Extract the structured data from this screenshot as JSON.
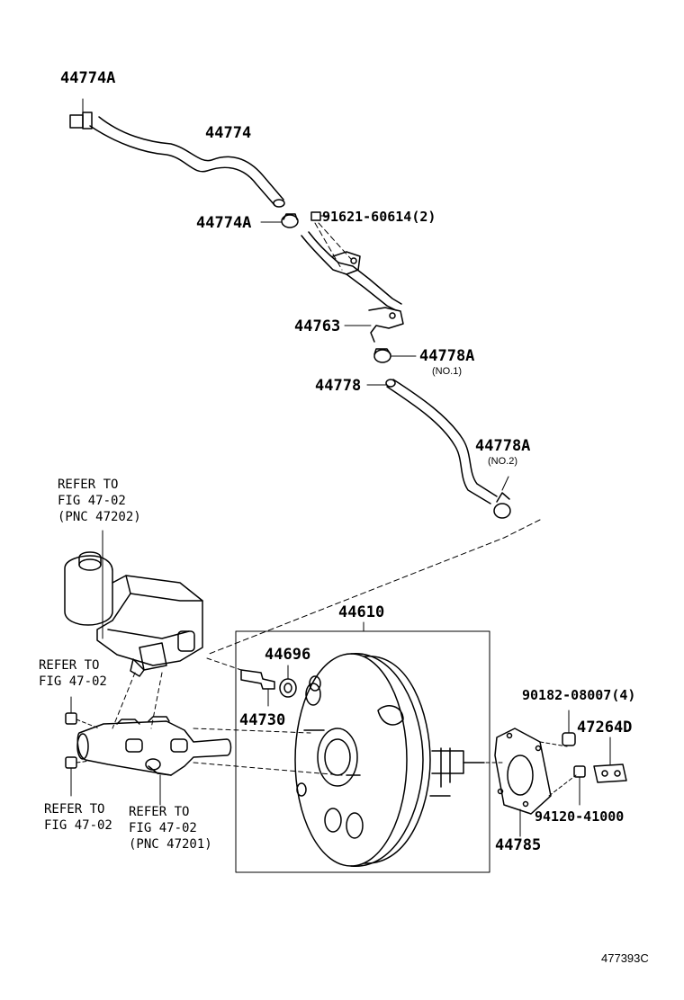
{
  "parts": {
    "p44774A_top": "44774A",
    "p44774": "44774",
    "p44774A_mid": "44774A",
    "p91621": "91621-60614(2)",
    "p44763": "44763",
    "p44778A_1": "44778A",
    "p44778A_1_sub": "(NO.1)",
    "p44778": "44778",
    "p44778A_2": "44778A",
    "p44778A_2_sub": "(NO.2)",
    "p44610": "44610",
    "p44696": "44696",
    "p44730": "44730",
    "p90182": "90182-08007(4)",
    "p47264D": "47264D",
    "p94120": "94120-41000",
    "p44785": "44785"
  },
  "refs": {
    "reservoir": [
      "REFER TO",
      "FIG 47-02",
      "(PNC 47202)"
    ],
    "left_upper": [
      "REFER TO",
      "FIG 47-02"
    ],
    "left_lower": [
      "REFER TO",
      "FIG 47-02"
    ],
    "master_cyl": [
      "REFER TO",
      "FIG 47-02",
      "(PNC 47201)"
    ]
  },
  "figure_id": "477393C"
}
